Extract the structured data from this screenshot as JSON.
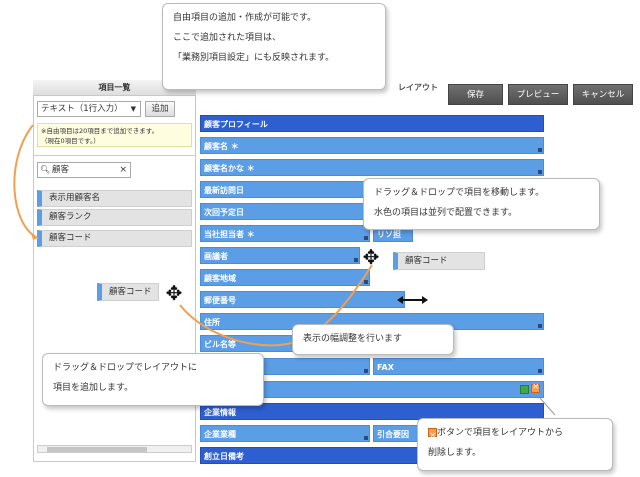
{
  "left": {
    "title": "項目一覧",
    "type_select": "テキスト（1行入力）",
    "select_arrow": "▼",
    "add_button": "追加",
    "notice": [
      "※自由項目は20項目まで追加できます。",
      "（現在0項目です。）"
    ],
    "search_value": "顧客",
    "search_clear": "×",
    "items": [
      "表示用顧客名",
      "顧客ランク",
      "顧客コード"
    ]
  },
  "right": {
    "title": "レイアウト",
    "buttons": {
      "save": "保存",
      "preview": "プレビュー",
      "cancel": "キャンセル"
    },
    "fields": {
      "profile": "顧客プロフィール",
      "name": "顧客名 ＊",
      "kana": "顧客名かな ＊",
      "last_visit": "最新訪問日",
      "next_date": "次回予定日",
      "owner": "当社担当者 ＊",
      "owner_right": "リソ担",
      "customer_info": "画議者",
      "area": "顧客地域",
      "zip": "郵便番号",
      "address": "住所",
      "building": "ビル名等",
      "fax": "FAX",
      "company_info": "企業情報",
      "industry": "企業業種",
      "referral": "引合要因",
      "founded": "創立日備考"
    }
  },
  "drag_chips": {
    "left_chip": "顧客コード",
    "right_chip": "顧客コード"
  },
  "callouts": {
    "top": [
      "自由項目の追加・作成が可能です。",
      "ここで追加された項目は、",
      "「業務別項目設定」にも反映されます。"
    ],
    "move": [
      "ドラッグ＆ドロップで項目を移動します。",
      "水色の項目は並列で配置できます。"
    ],
    "width": "表示の幅調整を行います",
    "add": [
      "ドラッグ＆ドロップでレイアウトに",
      "項目を追加します。"
    ],
    "delete": [
      "ボタンで項目をレイアウトから",
      "削除します。"
    ]
  },
  "icons": {
    "move": "move-cross-icon",
    "resize": "resize-arrow-icon",
    "delete": "delete-icon",
    "edit": "edit-icon",
    "search": "search-icon"
  },
  "colors": {
    "field": "#5b9ee6",
    "field_dark": "#2e5fd0",
    "toolbar": "#5f5f5f",
    "arrow": "#f0a050"
  }
}
